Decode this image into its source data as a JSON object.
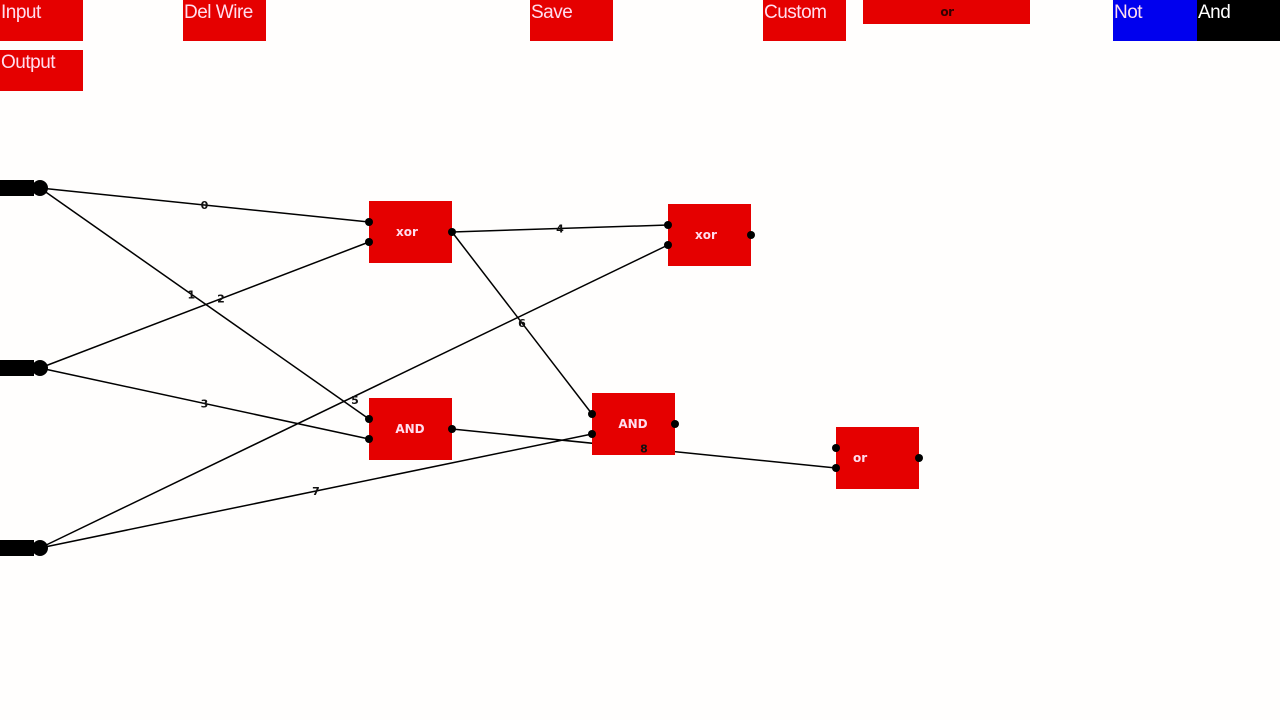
{
  "toolbar": {
    "input_label": "Input",
    "output_label": "Output",
    "del_wire_label": "Del Wire",
    "save_label": "Save",
    "custom_label": "Custom",
    "custom_name_value": "or",
    "not_label": "Not",
    "and_label": "And"
  },
  "colors": {
    "gate": "#e50000",
    "not_button": "#0000ee",
    "and_button": "#000000",
    "wire": "#000000"
  },
  "inputs": [
    {
      "id": "in1"
    },
    {
      "id": "in2"
    },
    {
      "id": "in3"
    }
  ],
  "gates": [
    {
      "id": "g1",
      "label": "xor"
    },
    {
      "id": "g2",
      "label": "xor"
    },
    {
      "id": "g3",
      "label": "AND"
    },
    {
      "id": "g4",
      "label": "AND"
    },
    {
      "id": "g5",
      "label": "or"
    }
  ],
  "wires": [
    {
      "label": "0",
      "from": "in1",
      "to": "g1",
      "pin": 0
    },
    {
      "label": "1",
      "from": "in1",
      "to": "g3",
      "pin": 0
    },
    {
      "label": "2",
      "from": "in2",
      "to": "g1",
      "pin": 1
    },
    {
      "label": "3",
      "from": "in2",
      "to": "g3",
      "pin": 1
    },
    {
      "label": "4",
      "from": "g1",
      "to": "g2",
      "pin": 0
    },
    {
      "label": "5",
      "from": "in3",
      "to": "g2",
      "pin": 1
    },
    {
      "label": "6",
      "from": "g1",
      "to": "g4",
      "pin": 0
    },
    {
      "label": "7",
      "from": "in3",
      "to": "g4",
      "pin": 1
    },
    {
      "label": "8",
      "from": "g3",
      "to": "g5",
      "pin": 1
    }
  ]
}
